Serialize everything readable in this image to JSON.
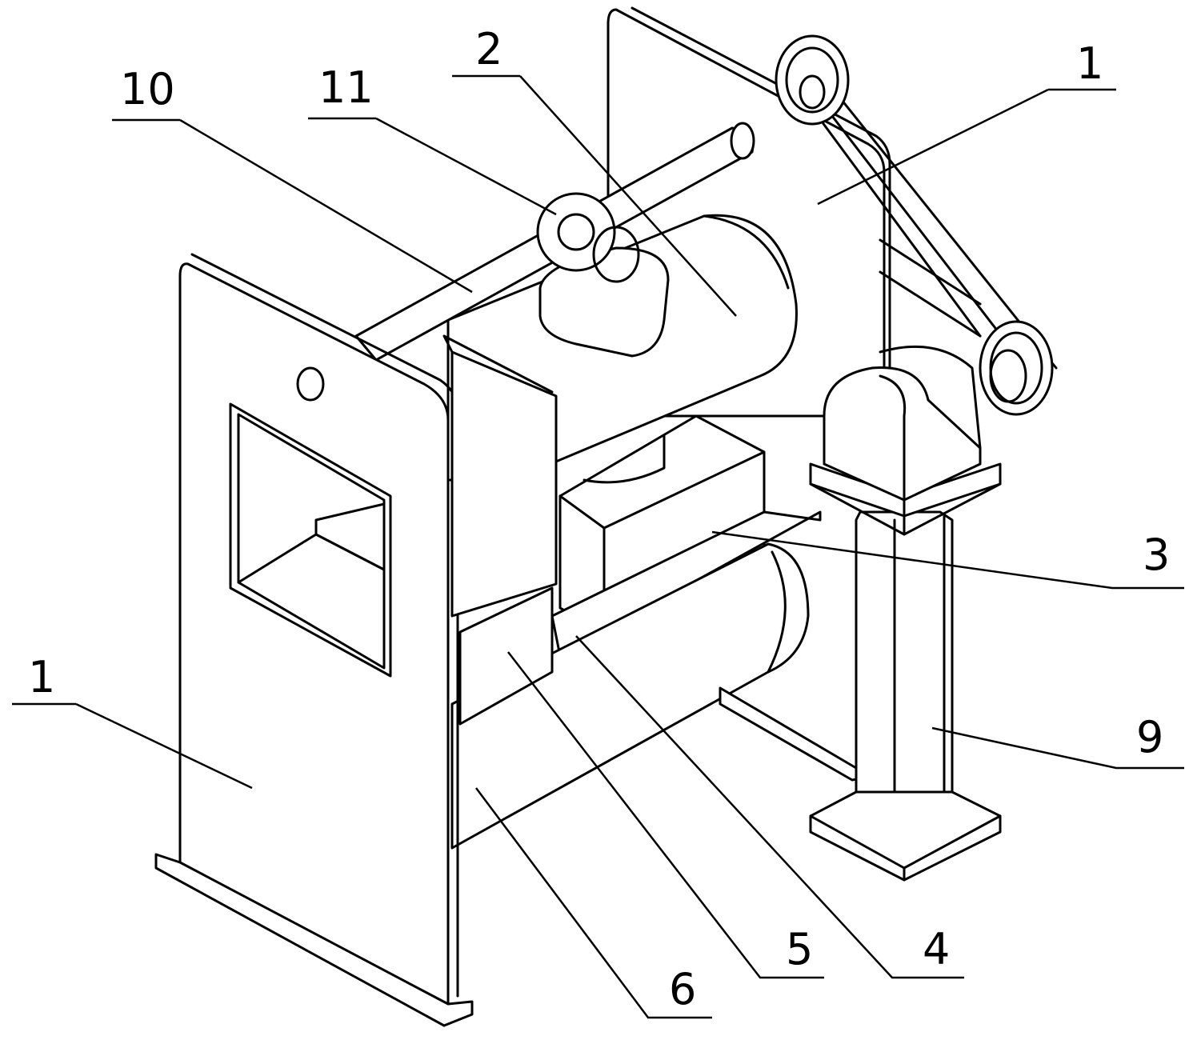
{
  "figure": {
    "callouts": [
      {
        "id": "frame-right",
        "label": "1"
      },
      {
        "id": "housing",
        "label": "2"
      },
      {
        "id": "upper-block",
        "label": "3"
      },
      {
        "id": "lower-plate",
        "label": "4"
      },
      {
        "id": "lower-block",
        "label": "5"
      },
      {
        "id": "lower-roller",
        "label": "6"
      },
      {
        "id": "motor-column",
        "label": "9"
      },
      {
        "id": "shaft",
        "label": "10"
      },
      {
        "id": "shaft-collar",
        "label": "11"
      },
      {
        "id": "frame-left",
        "label": "1"
      }
    ]
  }
}
